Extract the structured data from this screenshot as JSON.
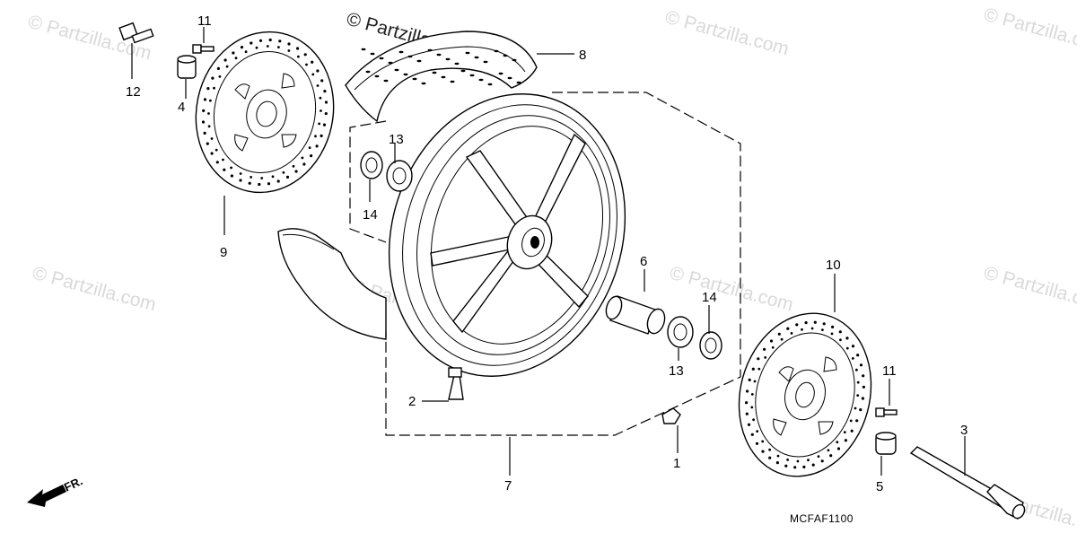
{
  "diagram": {
    "watermarks": [
      "© Partzilla.com",
      "© Partzilla.com",
      "© Partzilla.com",
      "© Partzilla.com",
      "© Partzilla.com",
      "© Partzilla.com",
      "© Partzilla.com",
      "© Partzilla.com"
    ],
    "main_watermark": "© Partzilla.com",
    "diagram_code": "MCFAF1100",
    "direction_label": "FR.",
    "callouts": [
      "12",
      "11",
      "4",
      "9",
      "8",
      "13",
      "14",
      "2",
      "7",
      "6",
      "14",
      "13",
      "1",
      "10",
      "11",
      "5",
      "3"
    ]
  }
}
